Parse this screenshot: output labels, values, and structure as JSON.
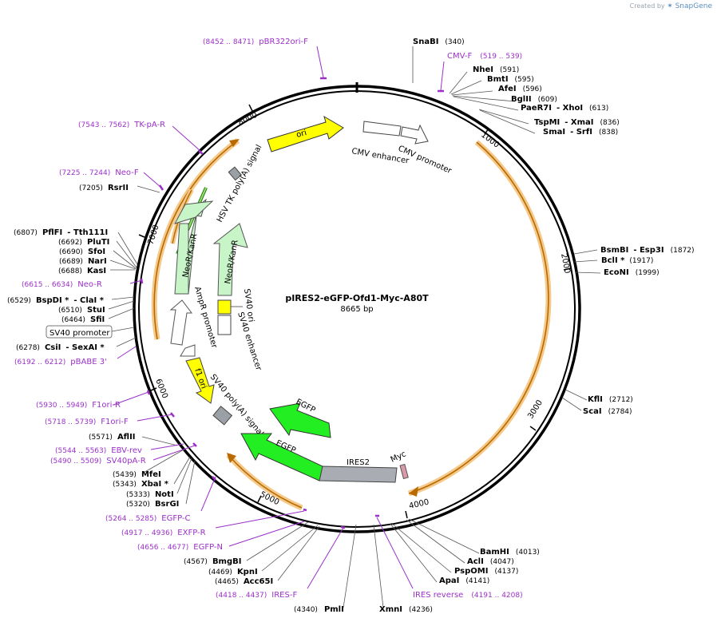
{
  "brand": {
    "created_by": "Created by",
    "app": "SnapGene"
  },
  "plasmid": {
    "name": "pIRES2-eGFP-Ofd1-Myc-A80T",
    "length_label": "8665 bp"
  },
  "ticks": [
    "1000",
    "2000",
    "3000",
    "4000",
    "5000",
    "6000",
    "7000",
    "8000"
  ],
  "features": [
    {
      "label": "ori"
    },
    {
      "label": "CMV enhancer"
    },
    {
      "label": "CMV promoter"
    },
    {
      "label": "HSV TK poly(A) signal"
    },
    {
      "label": "NeoR/KanR"
    },
    {
      "label": "NeoR/KanR"
    },
    {
      "label": "SV40 ori"
    },
    {
      "label": "SV40 enhancer"
    },
    {
      "label": "AmpR promoter"
    },
    {
      "label": "f1 ori"
    },
    {
      "label": "SV40 poly(A) signal"
    },
    {
      "label": "EGFP"
    },
    {
      "label": "EGFP"
    },
    {
      "label": "IRES2"
    },
    {
      "label": "Myc"
    }
  ],
  "sites_right": [
    {
      "name": "SnaBI",
      "pos": "(340)"
    },
    {
      "name": "NheI",
      "pos": "(591)"
    },
    {
      "name": "BmtI",
      "pos": "(595)"
    },
    {
      "name": "AfeI",
      "pos": "(596)"
    },
    {
      "name": "BglII",
      "pos": "(609)"
    },
    {
      "name": "PaeR7I",
      "extra": "- XhoI",
      "pos": "(613)"
    },
    {
      "name": "TspMI",
      "extra": "- XmaI",
      "pos": "(836)"
    },
    {
      "name": "SmaI",
      "extra": "- SrfI",
      "pos": "(838)"
    },
    {
      "name": "BsmBI",
      "extra": "- Esp3I",
      "pos": "(1872)"
    },
    {
      "name": "BclI *",
      "pos": "(1917)"
    },
    {
      "name": "EcoNI",
      "pos": "(1999)"
    },
    {
      "name": "KflI",
      "pos": "(2712)"
    },
    {
      "name": "ScaI",
      "pos": "(2784)"
    },
    {
      "name": "BamHI",
      "pos": "(4013)"
    },
    {
      "name": "AclI",
      "pos": "(4047)"
    },
    {
      "name": "PspOMI",
      "pos": "(4137)"
    },
    {
      "name": "ApaI",
      "pos": "(4141)"
    },
    {
      "name": "XmnI",
      "pos": "(4236)"
    },
    {
      "name": "PmlI",
      "pos": "(4340)"
    }
  ],
  "sites_left": [
    {
      "pos": "(7205)",
      "name": "RsrII"
    },
    {
      "pos": "(6807)",
      "name": "PflFI",
      "extra": "- Tth111I"
    },
    {
      "pos": "(6692)",
      "name": "PluTI"
    },
    {
      "pos": "(6690)",
      "name": "SfoI"
    },
    {
      "pos": "(6689)",
      "name": "NarI"
    },
    {
      "pos": "(6688)",
      "name": "KasI"
    },
    {
      "pos": "(6529)",
      "name": "BspDI *",
      "extra": "- ClaI *"
    },
    {
      "pos": "(6510)",
      "name": "StuI"
    },
    {
      "pos": "(6464)",
      "name": "SfiI"
    },
    {
      "pos": "(6278)",
      "name": "CsiI",
      "extra": "- SexAI *"
    },
    {
      "pos": "(5571)",
      "name": "AflII"
    },
    {
      "pos": "(5439)",
      "name": "MfeI"
    },
    {
      "pos": "(5343)",
      "name": "XbaI *"
    },
    {
      "pos": "(5333)",
      "name": "NotI"
    },
    {
      "pos": "(5320)",
      "name": "BsrGI"
    },
    {
      "pos": "(4567)",
      "name": "BmgBI"
    },
    {
      "pos": "(4469)",
      "name": "KpnI"
    },
    {
      "pos": "(4465)",
      "name": "Acc65I"
    }
  ],
  "primers": [
    {
      "pos": "(8452 .. 8471)",
      "name": "pBR322ori-F"
    },
    {
      "name": "CMV-F",
      "pos": "(519 .. 539)"
    },
    {
      "pos": "(7543 .. 7562)",
      "name": "TK-pA-R"
    },
    {
      "pos": "(7225 .. 7244)",
      "name": "Neo-F"
    },
    {
      "pos": "(6615 .. 6634)",
      "name": "Neo-R"
    },
    {
      "pos": "(6192 .. 6212)",
      "name": "pBABE 3'"
    },
    {
      "pos": "(5930 .. 5949)",
      "name": "F1ori-R"
    },
    {
      "pos": "(5718 .. 5739)",
      "name": "F1ori-F"
    },
    {
      "pos": "(5544 .. 5563)",
      "name": "EBV-rev"
    },
    {
      "pos": "(5490 .. 5509)",
      "name": "SV40pA-R"
    },
    {
      "pos": "(5264 .. 5285)",
      "name": "EGFP-C"
    },
    {
      "pos": "(4917 .. 4936)",
      "name": "EXFP-R"
    },
    {
      "pos": "(4656 .. 4677)",
      "name": "EGFP-N"
    },
    {
      "pos": "(4418 .. 4437)",
      "name": "IRES-F"
    },
    {
      "name": "IRES reverse",
      "pos": "(4191 .. 4208)"
    }
  ],
  "boxed_label": "SV40 promoter",
  "colors": {
    "backbone": "#000000",
    "orf_orange": "#f5c98a",
    "orf_line": "#b86a00",
    "primer": "#9b30c8",
    "ori": "#ffff00",
    "neo": "#c8f5c8",
    "egfp": "#22ee22",
    "ires": "#a9adb3",
    "myc": "#d89aa8",
    "polyA": "#9aa0a6"
  }
}
